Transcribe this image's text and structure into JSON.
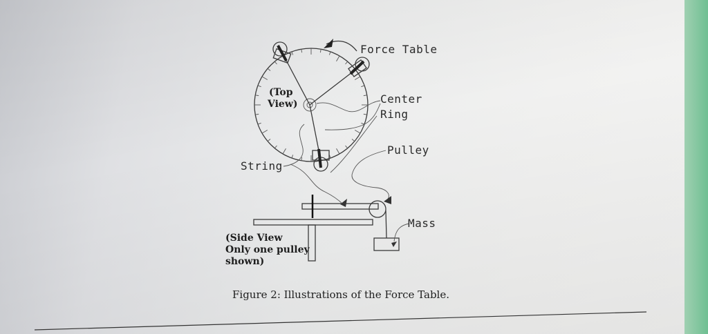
{
  "labels": {
    "force_table": "Force Table",
    "top_view_line1": "(Top",
    "top_view_line2": "View)",
    "center_line1": "Center",
    "center_line2": "Ring",
    "pulley": "Pulley",
    "string": "String",
    "mass": "Mass",
    "side_view_line1": "(Side View",
    "side_view_line2": "Only one pulley",
    "side_view_line3": "shown)"
  },
  "caption": "Figure 2: Illustrations of the Force Table."
}
